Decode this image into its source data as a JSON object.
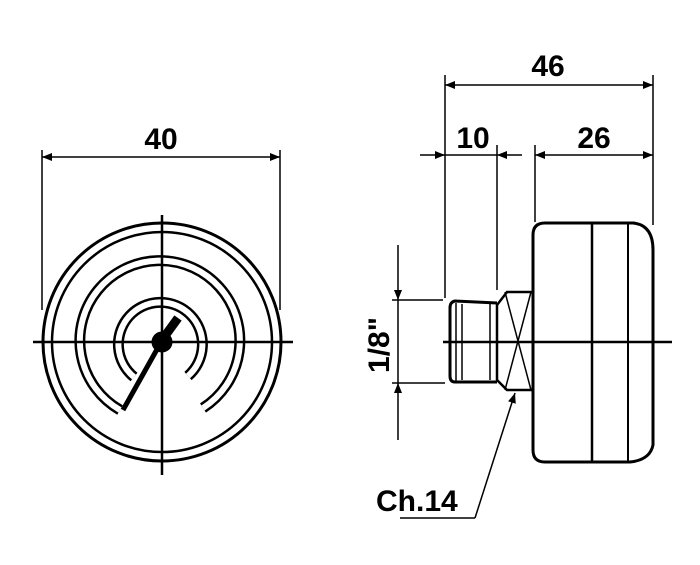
{
  "front_view": {
    "dim_diameter": "40"
  },
  "side_view": {
    "dim_total_length": "46",
    "dim_connection_length": "10",
    "dim_case_depth": "26",
    "dim_thread": "1/8\"",
    "wrench_size": "Ch.14"
  },
  "colors": {
    "line": "#000000",
    "background": "#ffffff"
  }
}
